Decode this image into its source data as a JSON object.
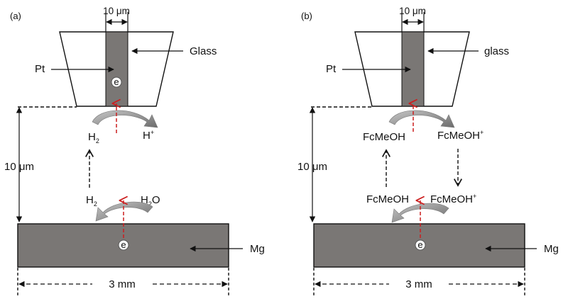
{
  "panels": [
    {
      "id": "a",
      "panel_label": "(a)",
      "tip_width_label": "10 μm",
      "tip_material_label": "Glass",
      "wire_label": "Pt",
      "electron_symbol": "e",
      "gap_label": "10 μm",
      "tip_reaction": {
        "left_species": "H",
        "left_sub": "2",
        "left_sup": "",
        "right_species": "H",
        "right_sup": "+"
      },
      "substrate_reaction": {
        "left_species": "H",
        "left_sub": "2",
        "left_sup": "",
        "right_species": "H",
        "right_sub": "2",
        "right_tail": "O",
        "right_sup": ""
      },
      "substrate_label": "Mg",
      "substrate_width_label": "3 mm"
    },
    {
      "id": "b",
      "panel_label": "(b)",
      "tip_width_label": "10 μm",
      "tip_material_label": "glass",
      "wire_label": "Pt",
      "electron_symbol": "e",
      "gap_label": "10 μm",
      "tip_reaction": {
        "left_species": "FcMeOH",
        "left_sup": "",
        "right_species": "FcMeOH",
        "right_sup": "+"
      },
      "substrate_reaction": {
        "left_species": "FcMeOH",
        "left_sup": "",
        "right_species": "FcMeOH",
        "right_sup": "+"
      },
      "substrate_label": "Mg",
      "substrate_width_label": "3 mm"
    }
  ],
  "colors": {
    "substrate_fill": "#7a7775",
    "wire_fill": "#7a7775",
    "electron_path": "#cc1f1f",
    "curved_arrow": "#8a8a8a",
    "line": "#111111"
  }
}
